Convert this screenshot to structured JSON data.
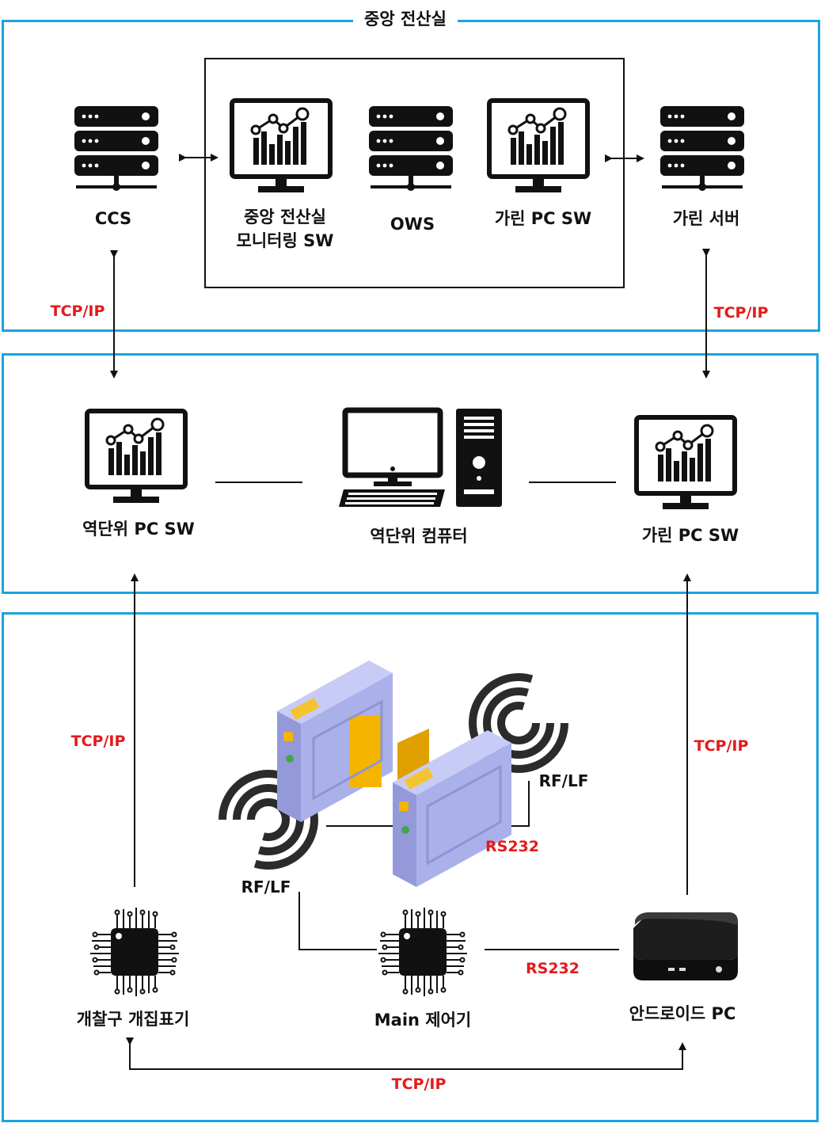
{
  "zones": {
    "central_room": {
      "title": "중앙 전산실"
    }
  },
  "nodes": {
    "ccs": {
      "label": "CCS",
      "icon": "server-icon"
    },
    "central_monitoring_sw": {
      "label_line1": "중앙 전산실",
      "label_line2": "모니터링 SW",
      "icon": "monitor-chart-icon"
    },
    "ows": {
      "label": "OWS",
      "icon": "server-icon"
    },
    "garin_pc_sw_top": {
      "label": "가린 PC SW",
      "icon": "monitor-chart-icon"
    },
    "garin_server": {
      "label": "가린 서버",
      "icon": "server-icon"
    },
    "station_pc_sw": {
      "label": "역단위 PC SW",
      "icon": "monitor-chart-icon"
    },
    "station_computer": {
      "label": "역단위 컴퓨터",
      "icon": "desktop-computer-icon"
    },
    "garin_pc_sw_mid": {
      "label": "가린 PC SW",
      "icon": "monitor-chart-icon"
    },
    "gate": {
      "icon": "ticket-gate-icon"
    },
    "rf_left": {
      "label": "RF/LF",
      "icon": "rf-signal-icon"
    },
    "rf_right": {
      "label": "RF/LF",
      "icon": "rf-signal-icon"
    },
    "gate_collector": {
      "label": "개찰구 개집표기",
      "icon": "chip-icon"
    },
    "main_controller": {
      "label": "Main 제어기",
      "icon": "chip-icon"
    },
    "android_pc": {
      "label": "안드로이드 PC",
      "icon": "mini-pc-icon"
    }
  },
  "links": {
    "ccs_station": "TCP/IP",
    "garin_server_mid": "TCP/IP",
    "collector_station": "TCP/IP",
    "android_garin": "TCP/IP",
    "rf_rs232": "RS232",
    "main_android": "RS232",
    "collector_android": "TCP/IP"
  },
  "colors": {
    "zone_border": "#1aa3e0",
    "protocol_text": "#e31b1b",
    "gate_body": "#a9aee6",
    "gate_door": "#f4b400"
  }
}
